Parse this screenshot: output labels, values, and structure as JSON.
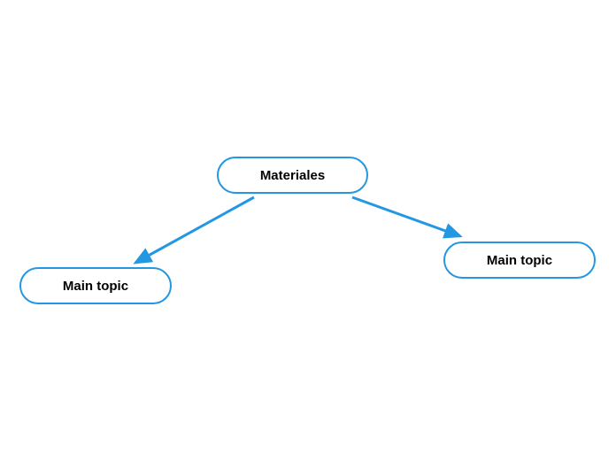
{
  "colors": {
    "accent": "#2497e3",
    "node_background": "#ffffff",
    "node_text": "#000000",
    "canvas_background": "#ffffff"
  },
  "diagram": {
    "type": "mindmap",
    "root": {
      "label": "Materiales"
    },
    "children": [
      {
        "label": "Main topic",
        "position": "bottom-left"
      },
      {
        "label": "Main topic",
        "position": "bottom-right"
      }
    ],
    "connectors": [
      {
        "from": "root",
        "to": "child-left"
      },
      {
        "from": "root",
        "to": "child-right"
      }
    ]
  }
}
